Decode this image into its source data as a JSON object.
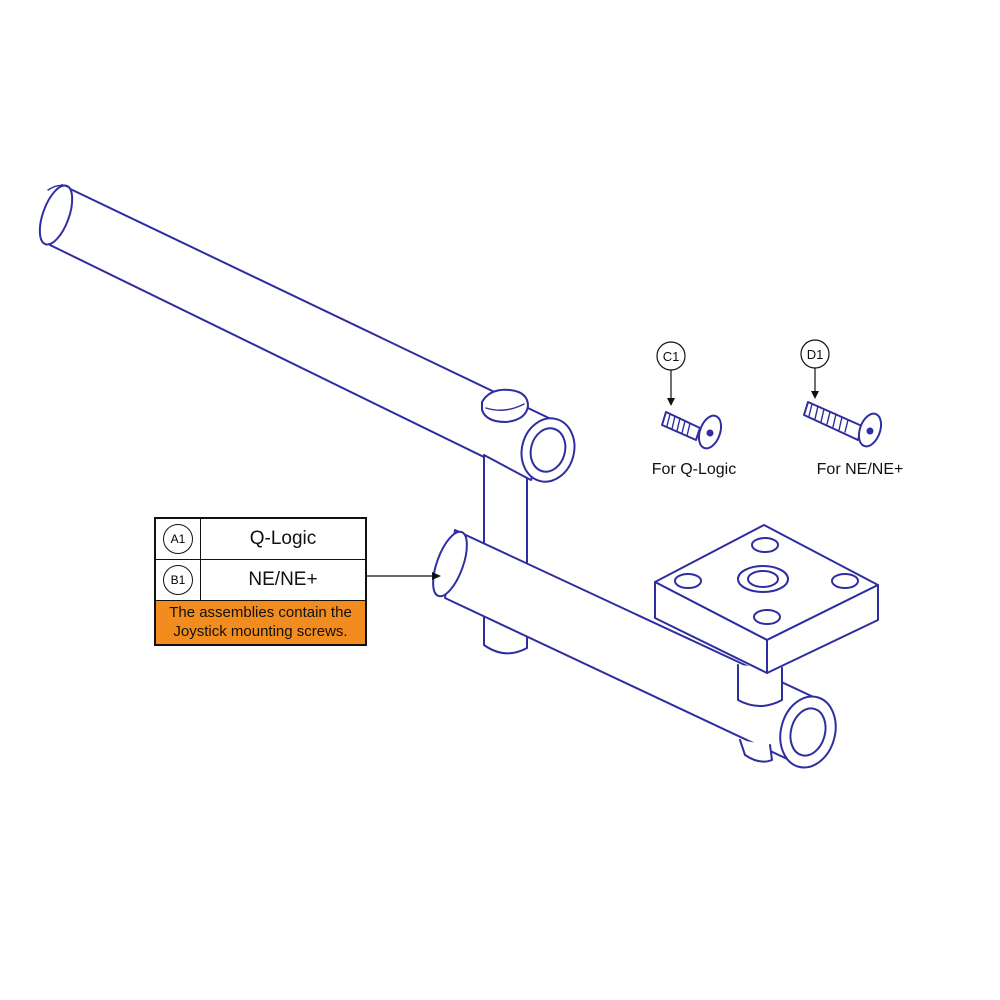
{
  "callouts": {
    "c1": {
      "code": "C1",
      "caption": "For Q-Logic"
    },
    "d1": {
      "code": "D1",
      "caption": "For NE/NE+"
    }
  },
  "legend": {
    "rows": [
      {
        "code": "A1",
        "label": "Q-Logic"
      },
      {
        "code": "B1",
        "label": "NE/NE+"
      }
    ],
    "note_line1": "The assemblies contain the",
    "note_line2": "Joystick mounting screws."
  },
  "colors": {
    "line": "#2e2ea0",
    "note_background": "#f28c1e"
  }
}
